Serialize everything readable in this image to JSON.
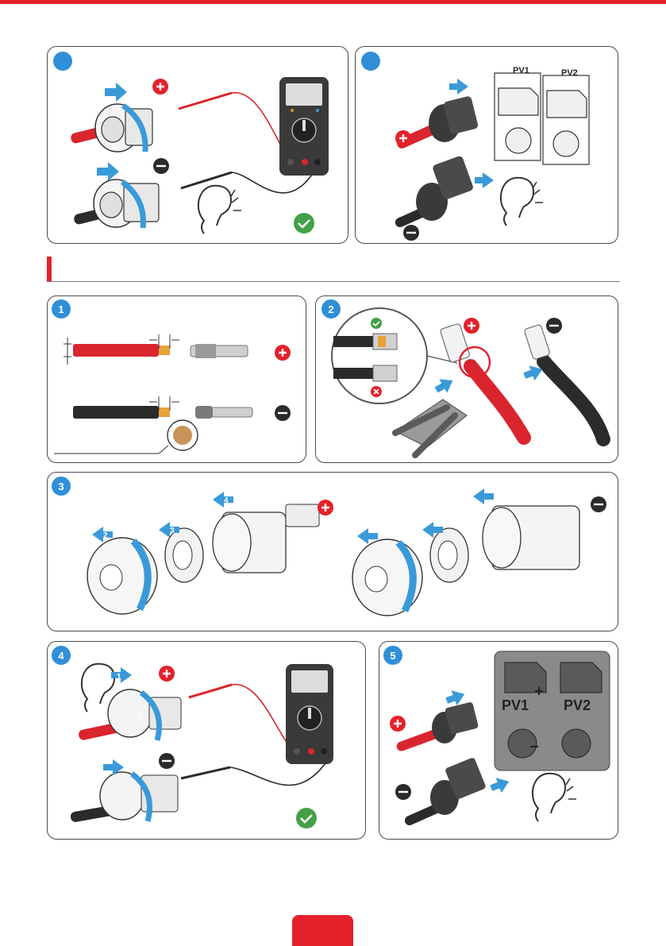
{
  "colors": {
    "accent_red": "#e4212b",
    "step_blue": "#2f8fd8",
    "arrow_blue": "#3a9ad9",
    "check_green": "#43a047",
    "cable_red": "#d9252e",
    "cable_black": "#2b2b2b",
    "panel_border": "#4a4a4a",
    "plate_gray": "#8a8a8a"
  },
  "icons": {
    "plus": "plus-badge-icon",
    "minus": "minus-badge-icon",
    "check": "check-icon",
    "cross": "cross-icon",
    "ear": "ear-icon",
    "push": "push-arrow-icon",
    "rotate": "rotate-arrow-icon",
    "multimeter": "multimeter-icon"
  },
  "steps": {
    "s1": "1",
    "s2": "2",
    "s3": "3",
    "s4": "4",
    "s5": "5",
    "s1_arrow": "1",
    "s2_arrow": "2",
    "s3_arrow": "3",
    "s4_arrow": "4"
  },
  "ports": {
    "pv1": "PV1",
    "pv2": "PV2"
  }
}
